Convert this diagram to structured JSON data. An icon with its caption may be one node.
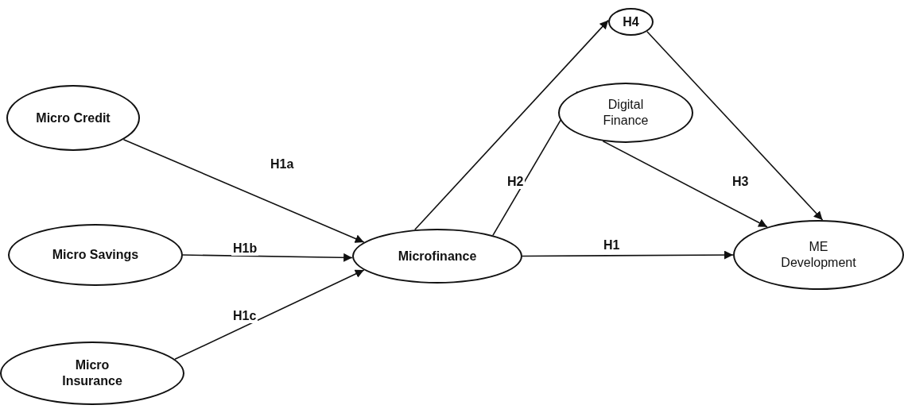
{
  "diagram": {
    "nodes": [
      {
        "text": [
          "Micro Credit"
        ]
      },
      {
        "text": [
          "Micro Savings"
        ]
      },
      {
        "text": [
          "Micro Insurance"
        ]
      },
      {
        "text": [
          "Microfinance"
        ]
      },
      {
        "text": [
          "H4"
        ]
      },
      {
        "text": [
          "Digital Finance"
        ]
      },
      {
        "text": [
          "ME Development"
        ]
      }
    ],
    "edges": [
      {
        "from": 0,
        "to": 3,
        "arrow": "to",
        "label": "H1a"
      },
      {
        "from": 1,
        "to": 3,
        "arrow": "to",
        "label": "H1b"
      },
      {
        "from": 2,
        "to": 3,
        "arrow": "to",
        "label": "H1c"
      },
      {
        "from": 3,
        "to": 4,
        "arrow": "to"
      },
      {
        "from": 4,
        "to": 6,
        "arrow": "to"
      },
      {
        "from": 3,
        "to": 5,
        "arrow": "to",
        "label": "H2"
      },
      {
        "from": 5,
        "to": 6,
        "arrow": "to",
        "label": "H3"
      },
      {
        "from": 3,
        "to": 6,
        "arrow": "to",
        "label": "H1"
      }
    ]
  }
}
